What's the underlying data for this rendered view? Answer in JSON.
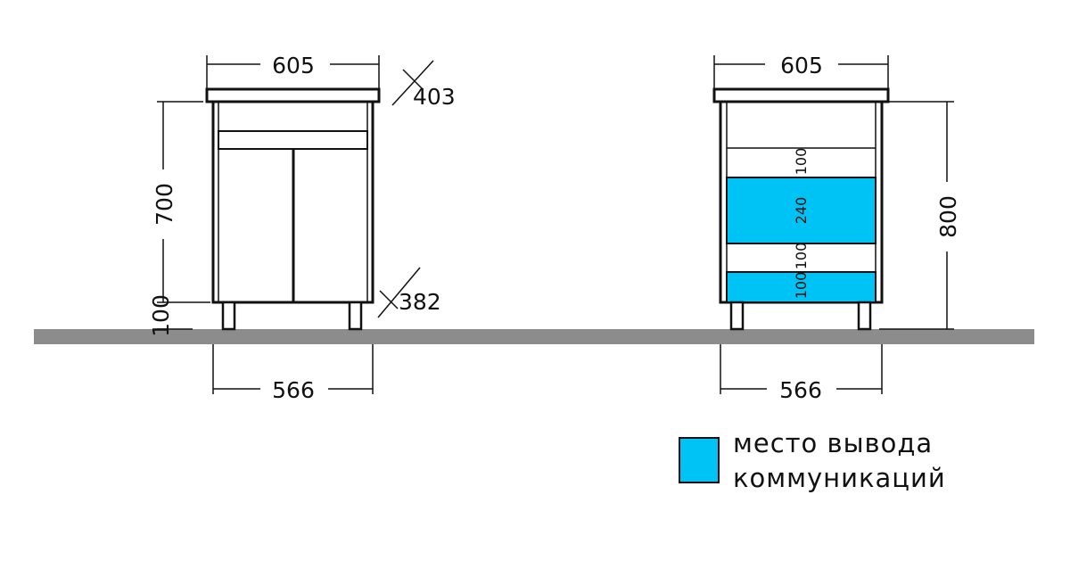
{
  "left_view": {
    "top_width": "605",
    "depth_top": "403",
    "height": "700",
    "leg_height": "100",
    "depth_bottom": "382",
    "base_width": "566"
  },
  "right_view": {
    "top_width": "605",
    "total_height": "800",
    "base_width": "566",
    "zones": [
      "100",
      "240",
      "100",
      "100"
    ]
  },
  "legend": {
    "line1": "место вывода",
    "line2": "коммуникаций",
    "swatch_color": "#00c3f5"
  },
  "colors": {
    "floor": "#8c8c8c",
    "outline": "#111111",
    "zone": "#00c3f5"
  }
}
